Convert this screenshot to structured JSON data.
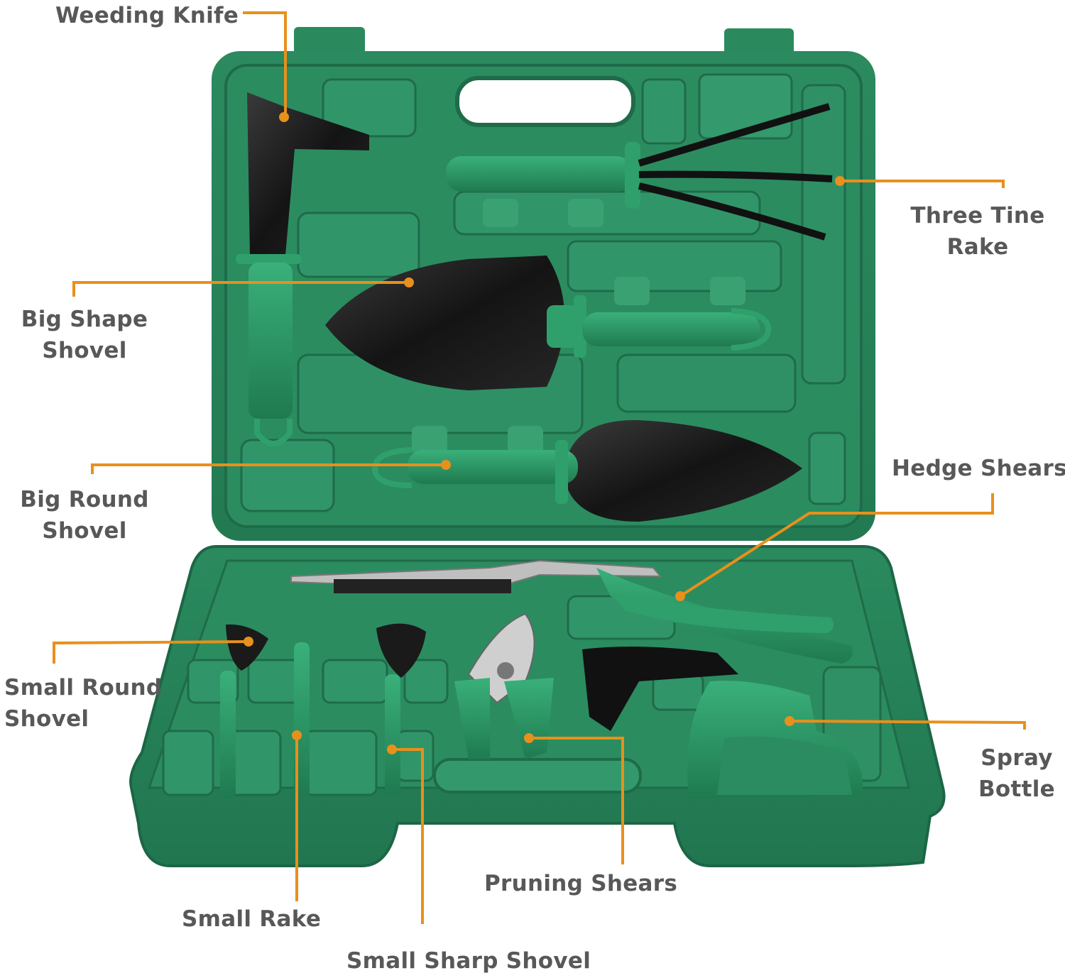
{
  "labels": {
    "weeding_knife": "Weeding Knife",
    "three_tine_rake": [
      "Three Tine",
      "Rake"
    ],
    "big_shape_shovel": [
      "Big Shape",
      "Shovel"
    ],
    "big_round_shovel": [
      "Big Round",
      "Shovel"
    ],
    "hedge_shears": "Hedge Shears",
    "small_round_shovel": [
      "Small Round",
      "Shovel"
    ],
    "spray_bottle": [
      "Spray",
      "Bottle"
    ],
    "pruning_shears": "Pruning Shears",
    "small_rake": "Small Rake",
    "small_sharp_shovel": "Small Sharp Shovel"
  },
  "colors": {
    "case_green": "#2e8c62",
    "case_dark": "#1f6b49",
    "tool_black": "#1c1c1c",
    "handle_green": "#2f9a69",
    "callout_orange": "#e8901c",
    "label_gray": "#585858"
  }
}
